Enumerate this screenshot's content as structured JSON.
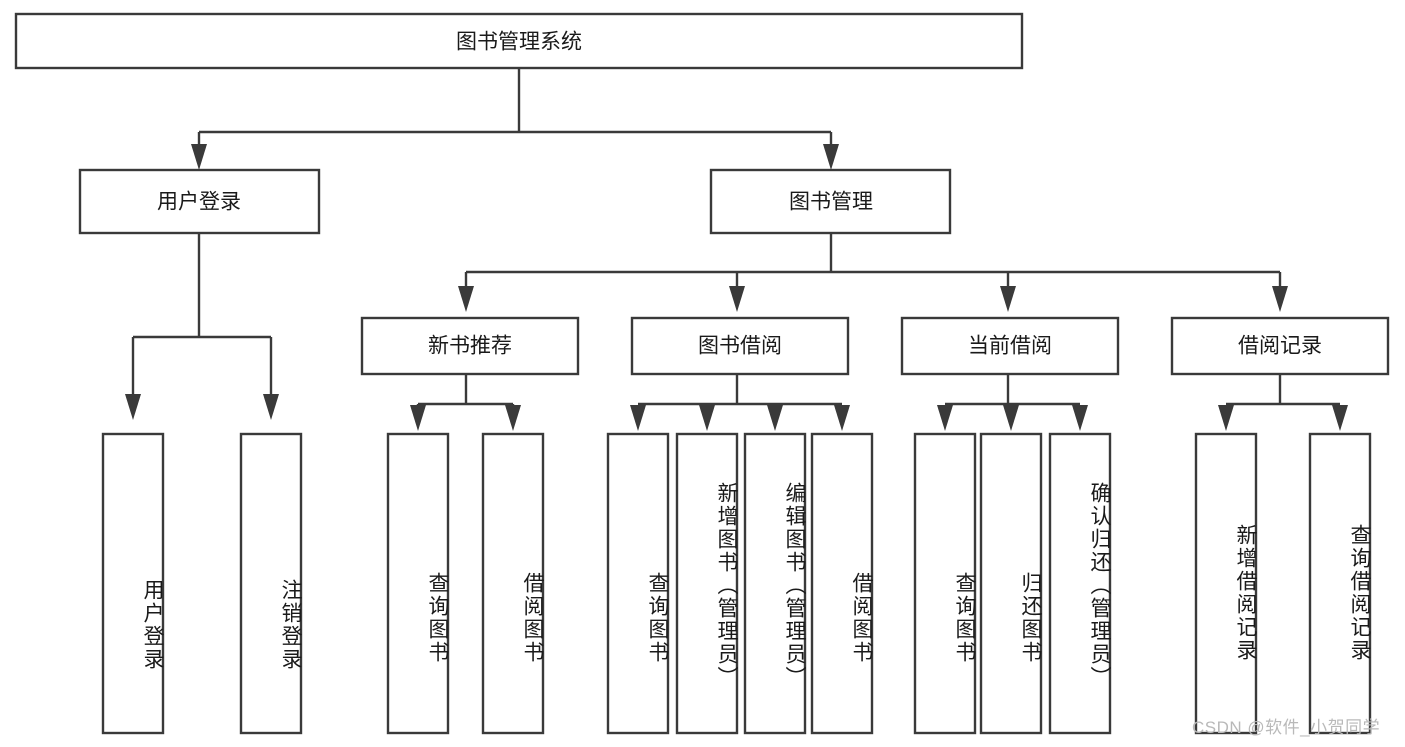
{
  "diagram": {
    "type": "tree-hierarchy",
    "title": "图书管理系统",
    "orientation": "top-down",
    "colors": {
      "box_stroke": "#3a3a3a",
      "box_fill": "#ffffff",
      "text": "#1a1a1a",
      "background": "#ffffff",
      "watermark": "#b9b9b9"
    },
    "levels": {
      "root": {
        "label": "图书管理系统"
      },
      "level1": [
        {
          "label": "用户登录"
        },
        {
          "label": "图书管理"
        }
      ],
      "level2": [
        {
          "label": "新书推荐"
        },
        {
          "label": "图书借阅"
        },
        {
          "label": "当前借阅"
        },
        {
          "label": "借阅记录"
        }
      ],
      "leaves": [
        {
          "label": "用户登录",
          "parent": "用户登录"
        },
        {
          "label": "注销登录",
          "parent": "用户登录"
        },
        {
          "label": "查询图书",
          "parent": "新书推荐"
        },
        {
          "label": "借阅图书",
          "parent": "新书推荐"
        },
        {
          "label": "查询图书",
          "parent": "图书借阅"
        },
        {
          "label": "新增图书（管理员）",
          "parent": "图书借阅"
        },
        {
          "label": "编辑图书（管理员）",
          "parent": "图书借阅"
        },
        {
          "label": "借阅图书",
          "parent": "图书借阅"
        },
        {
          "label": "查询图书",
          "parent": "当前借阅"
        },
        {
          "label": "归还图书",
          "parent": "当前借阅"
        },
        {
          "label": "确认归还（管理员）",
          "parent": "当前借阅"
        },
        {
          "label": "新增借阅记录",
          "parent": "借阅记录"
        },
        {
          "label": "查询借阅记录",
          "parent": "借阅记录"
        }
      ]
    },
    "edges": [
      {
        "from": "图书管理系统",
        "to": "用户登录"
      },
      {
        "from": "图书管理系统",
        "to": "图书管理"
      },
      {
        "from": "用户登录",
        "to": "用户登录"
      },
      {
        "from": "用户登录",
        "to": "注销登录"
      },
      {
        "from": "图书管理",
        "to": "新书推荐"
      },
      {
        "from": "图书管理",
        "to": "图书借阅"
      },
      {
        "from": "图书管理",
        "to": "当前借阅"
      },
      {
        "from": "图书管理",
        "to": "借阅记录"
      },
      {
        "from": "新书推荐",
        "to": "查询图书"
      },
      {
        "from": "新书推荐",
        "to": "借阅图书"
      },
      {
        "from": "图书借阅",
        "to": "查询图书"
      },
      {
        "from": "图书借阅",
        "to": "新增图书（管理员）"
      },
      {
        "from": "图书借阅",
        "to": "编辑图书（管理员）"
      },
      {
        "from": "图书借阅",
        "to": "借阅图书"
      },
      {
        "from": "当前借阅",
        "to": "查询图书"
      },
      {
        "from": "当前借阅",
        "to": "归还图书"
      },
      {
        "from": "当前借阅",
        "to": "确认归还（管理员）"
      },
      {
        "from": "借阅记录",
        "to": "新增借阅记录"
      },
      {
        "from": "借阅记录",
        "to": "查询借阅记录"
      }
    ]
  },
  "watermark": {
    "text": "CSDN @软件_小贺同学"
  }
}
